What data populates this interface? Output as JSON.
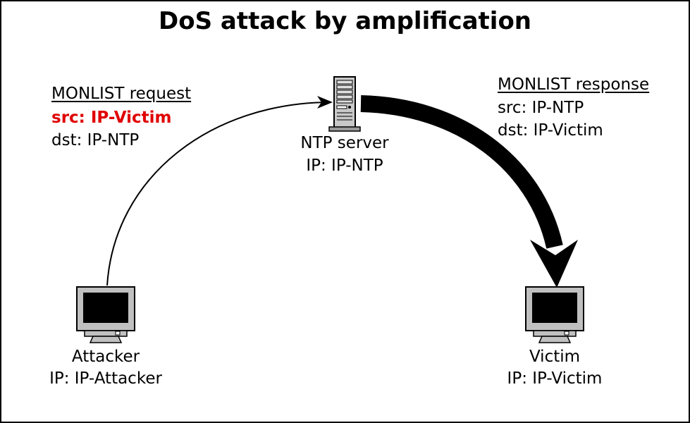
{
  "title": "DoS attack by amplification",
  "request": {
    "heading": "MONLIST request",
    "src": "src: IP-Victim",
    "dst": "dst: IP-NTP"
  },
  "response": {
    "heading": "MONLIST response",
    "src": "src: IP-NTP",
    "dst": "dst: IP-Victim"
  },
  "nodes": {
    "server": {
      "name": "NTP server",
      "ip": "IP: IP-NTP",
      "icon": "server-tower-icon"
    },
    "attacker": {
      "name": "Attacker",
      "ip": "IP: IP-Attacker",
      "icon": "monitor-icon"
    },
    "victim": {
      "name": "Victim",
      "ip": "IP: IP-Victim",
      "icon": "monitor-icon"
    }
  },
  "colors": {
    "highlight": "#e00000",
    "monitor_body": "#c0c0c0",
    "screen": "#000000"
  }
}
